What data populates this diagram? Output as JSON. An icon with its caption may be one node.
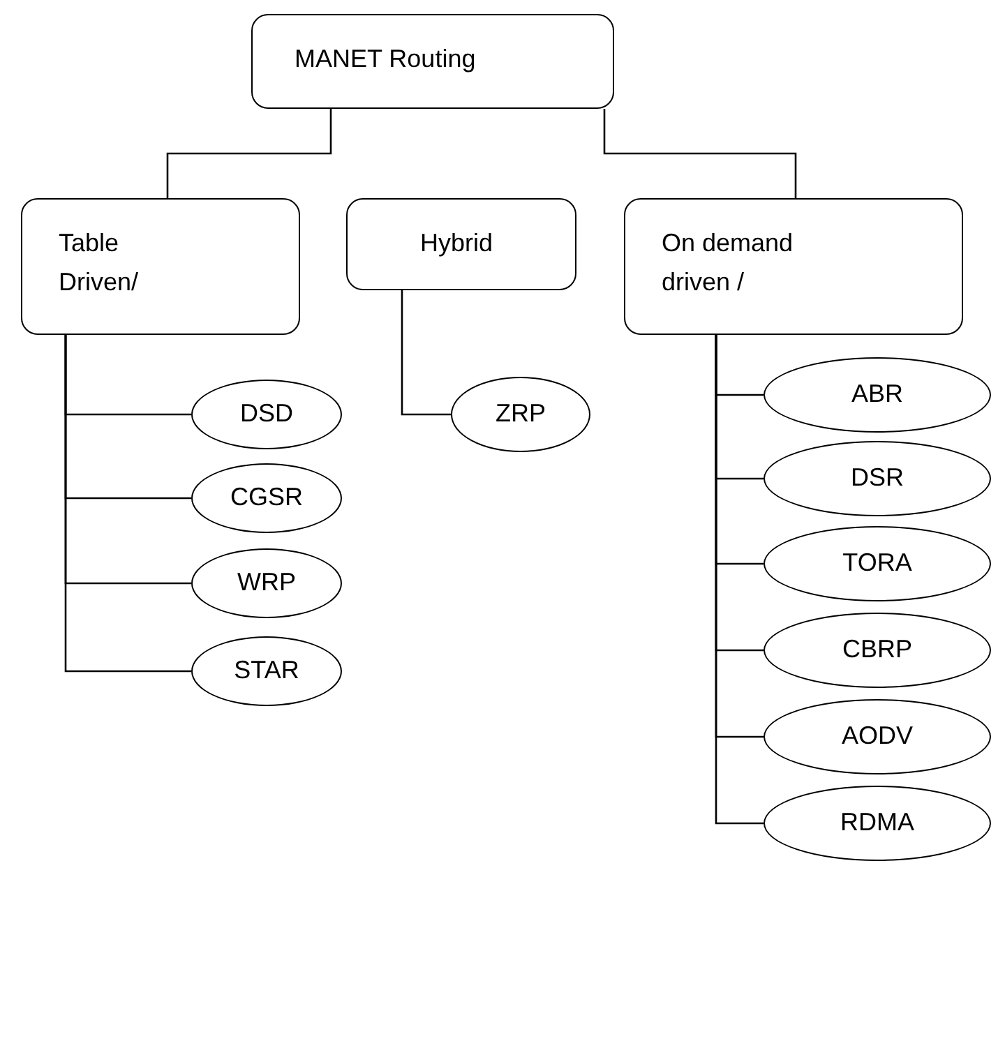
{
  "diagram": {
    "nodes": [
      {
        "text": [
          "MANET Routing"
        ]
      },
      {
        "text": [
          "Table Driven/"
        ]
      },
      {
        "text": [
          "Hybrid"
        ]
      },
      {
        "text": [
          "On demand driven /"
        ]
      },
      {
        "text": [
          "DSD"
        ]
      },
      {
        "text": [
          "CGSR"
        ]
      },
      {
        "text": [
          "WRP"
        ]
      },
      {
        "text": [
          "STAR"
        ]
      },
      {
        "text": [
          "ZRP"
        ]
      },
      {
        "text": [
          "ABR"
        ]
      },
      {
        "text": [
          "DSR"
        ]
      },
      {
        "text": [
          "TORA"
        ]
      },
      {
        "text": [
          "CBRP"
        ]
      },
      {
        "text": [
          "AODV"
        ]
      },
      {
        "text": [
          "RDMA"
        ]
      }
    ],
    "edges": [
      {
        "from": 0,
        "to": 1,
        "arrow": "none"
      },
      {
        "from": 0,
        "to": 3,
        "arrow": "none"
      },
      {
        "from": 1,
        "to": 4,
        "arrow": "none"
      },
      {
        "from": 1,
        "to": 5,
        "arrow": "none"
      },
      {
        "from": 1,
        "to": 6,
        "arrow": "none"
      },
      {
        "from": 1,
        "to": 7,
        "arrow": "none"
      },
      {
        "from": 2,
        "to": 8,
        "arrow": "none"
      },
      {
        "from": 3,
        "to": 9,
        "arrow": "none"
      },
      {
        "from": 3,
        "to": 10,
        "arrow": "none"
      },
      {
        "from": 3,
        "to": 11,
        "arrow": "none"
      },
      {
        "from": 3,
        "to": 12,
        "arrow": "none"
      },
      {
        "from": 3,
        "to": 13,
        "arrow": "none"
      },
      {
        "from": 3,
        "to": 14,
        "arrow": "none"
      }
    ]
  }
}
